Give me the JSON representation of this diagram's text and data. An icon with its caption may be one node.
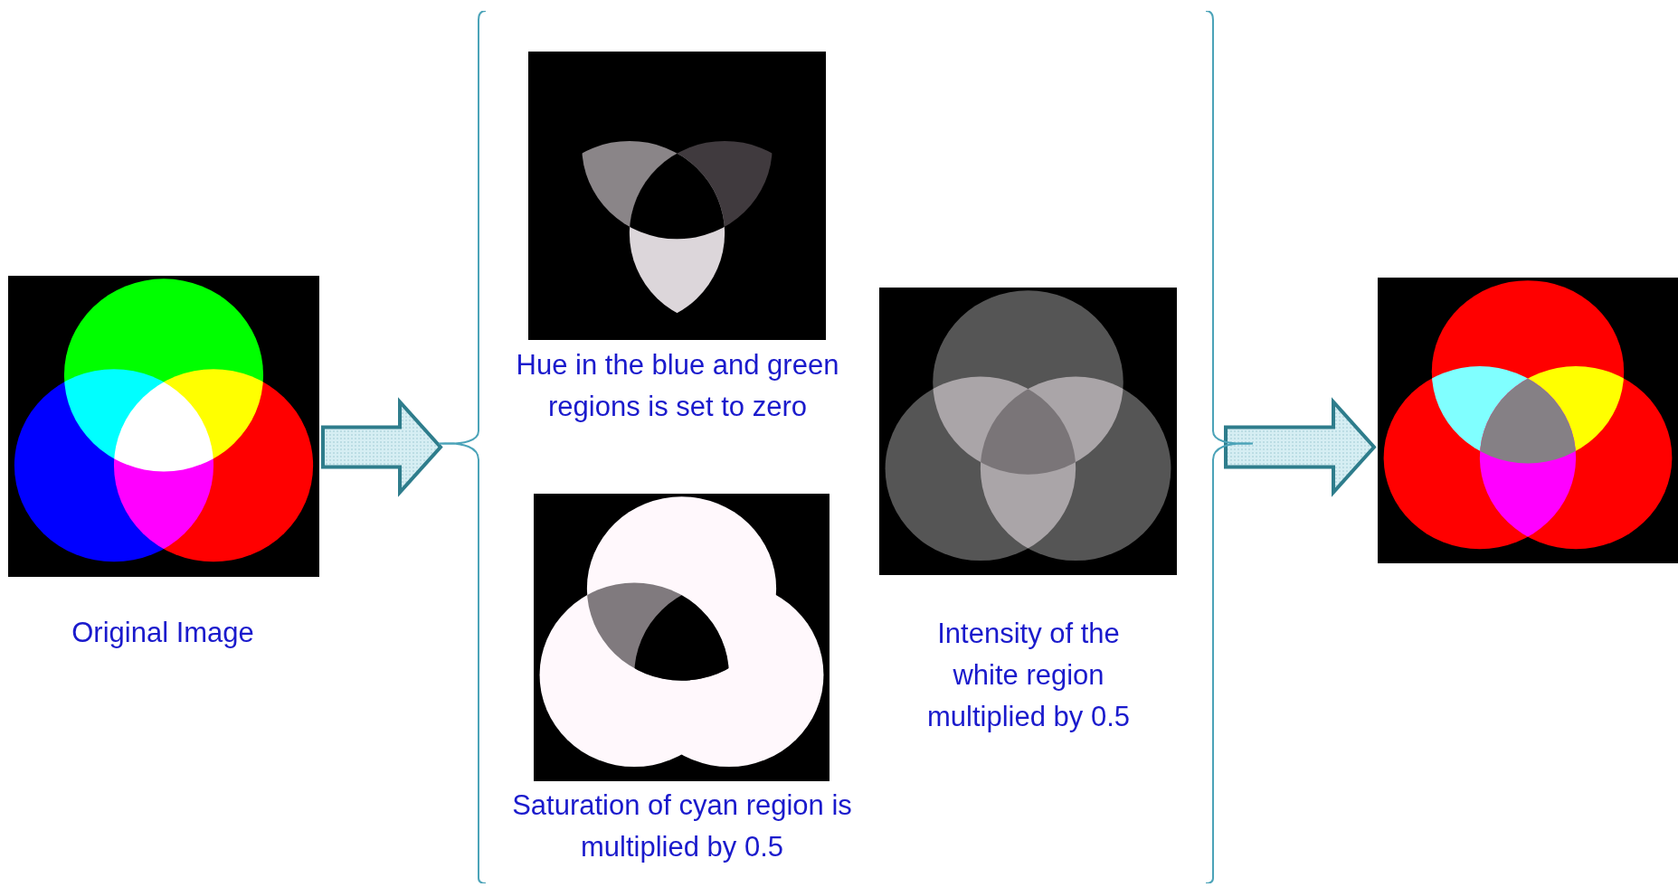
{
  "diagram": {
    "nodes": [
      {
        "text": [],
        "shape": "picture",
        "beside": [
          "Original Image"
        ]
      },
      {
        "text": [],
        "shape": "bracket"
      },
      {
        "text": [],
        "shape": "picture",
        "in": 1,
        "beside": [
          "Hue in the blue and green regions is set to zero"
        ]
      },
      {
        "text": [],
        "shape": "picture",
        "in": 1,
        "beside": [
          "Saturation of cyan region is multiplied by 0.5"
        ]
      },
      {
        "text": [],
        "shape": "picture",
        "in": 1,
        "beside": [
          "Intensity of the white region multiplied by 0.5"
        ]
      },
      {
        "text": [],
        "shape": "picture"
      }
    ],
    "edges": [
      {
        "from": 0,
        "to": 1,
        "arrow": "to"
      },
      {
        "from": 1,
        "to": 5,
        "arrow": "to"
      }
    ]
  }
}
